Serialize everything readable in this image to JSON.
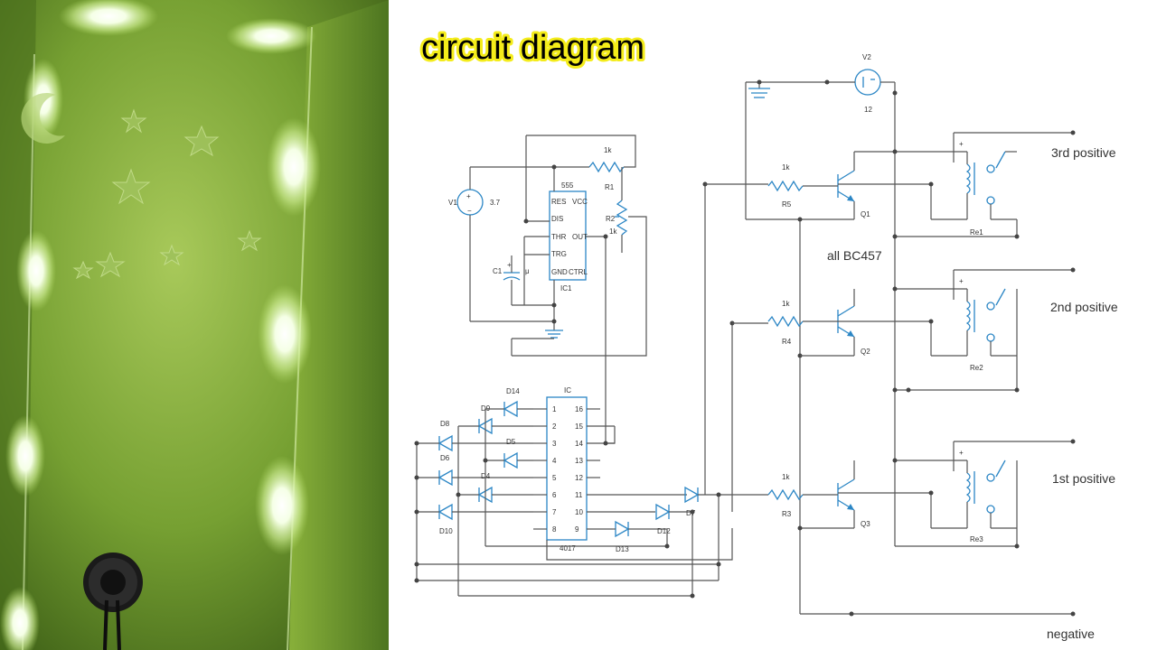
{
  "title": "circuit diagram",
  "labels": {
    "third_positive": "3rd positive",
    "second_positive": "2nd positive",
    "first_positive": "1st positive",
    "negative": "negative",
    "transistors_note": "all BC457"
  },
  "components": {
    "V1": {
      "name": "V1",
      "value": "3.7"
    },
    "V2": {
      "name": "V2",
      "value": "12"
    },
    "IC1": {
      "name": "IC1",
      "type": "555",
      "pins": [
        "RES",
        "VCC",
        "DIS",
        "OUT",
        "THR",
        "TRG",
        "CTRL",
        "GND"
      ]
    },
    "IC": {
      "name": "IC",
      "type": "4017",
      "left_pins": [
        "1",
        "2",
        "3",
        "4",
        "5",
        "6",
        "7",
        "8"
      ],
      "right_pins": [
        "16",
        "15",
        "14",
        "13",
        "12",
        "11",
        "10",
        "9"
      ]
    },
    "R1": {
      "name": "R1",
      "value": "1k"
    },
    "R2": {
      "name": "R2",
      "value": "1k"
    },
    "R3": {
      "name": "R3",
      "value": "1k"
    },
    "R4": {
      "name": "R4",
      "value": "1k"
    },
    "R5": {
      "name": "R5",
      "value": "1k"
    },
    "C1": {
      "name": "C1",
      "value": "μ"
    },
    "Q1": "Q1",
    "Q2": "Q2",
    "Q3": "Q3",
    "Re1": "Re1",
    "Re2": "Re2",
    "Re3": "Re3",
    "diodes": [
      "D14",
      "D9",
      "D8",
      "D5",
      "D6",
      "D4",
      "D10",
      "D13",
      "D12",
      "D7"
    ]
  },
  "colors": {
    "title_text": "#000000",
    "title_outline": "#f4ec1a",
    "symbol_blue": "#2b86c5",
    "wire": "#555555",
    "photo_green": "#6f9a2c"
  }
}
